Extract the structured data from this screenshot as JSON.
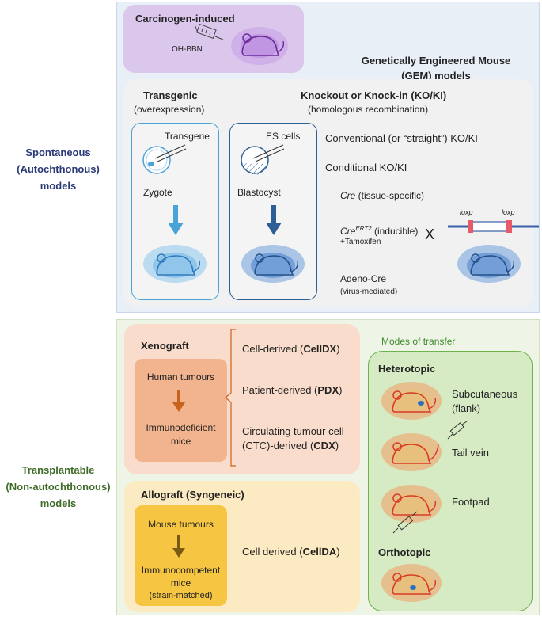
{
  "left_labels": {
    "spontaneous": [
      "Spontaneous",
      "(Autochthonous)",
      "models"
    ],
    "transplantable": [
      "Transplantable",
      "(Non-autochthonous)",
      "models"
    ]
  },
  "carcinogen": {
    "title": "Carcinogen-induced",
    "agent": "OH-BBN"
  },
  "gem": {
    "title": [
      "Genetically Engineered Mouse",
      "(GEM) models"
    ]
  },
  "transgenic": {
    "title": "Transgenic",
    "subtitle": "(overexpression)",
    "construct": "Transgene",
    "cell": "Zygote"
  },
  "kokl": {
    "title": "Knockout or Knock-in (KO/KI)",
    "subtitle": "(homologous recombination)",
    "construct": "ES cells",
    "cell": "Blastocyst"
  },
  "methods": {
    "conventional": "Conventional (or “straight”) KO/KI",
    "conditional": "Conditional KO/KI",
    "cre_italic": "Cre",
    "cre_rest": " (tissue-specific)",
    "creert_italic": "Cre",
    "creert_sup": "ERT2",
    "creert_rest": " (inducible)",
    "tamoxifen": "+Tamoxifen",
    "cross": "X",
    "loxp_left": "loxp",
    "loxp_right": "loxp",
    "adeno": "Adeno-Cre",
    "adeno_sub": "(virus-mediated)"
  },
  "xenograft": {
    "title": "Xenograft",
    "source": "Human tumours",
    "host": [
      "Immunodeficient",
      "mice"
    ],
    "types": {
      "celldx_pre": "Cell-derived (",
      "celldx_b": "CellDX",
      "celldx_post": ")",
      "pdx_pre": "Patient-derived (",
      "pdx_b": "PDX",
      "pdx_post": ")",
      "ctc_line1": "Circulating tumour cell",
      "ctc_pre": "(CTC)-derived (",
      "ctc_b": "CDX",
      "ctc_post": ")"
    }
  },
  "allograft": {
    "title": "Allograft (Syngeneic)",
    "source": "Mouse tumours",
    "host": [
      "Immunocompetent",
      "mice",
      "(strain-matched)"
    ],
    "type_pre": "Cell derived (",
    "type_b": "CellDA",
    "type_post": ")"
  },
  "transfer": {
    "heading": "Modes of transfer",
    "heterotopic": "Heterotopic",
    "subcutaneous": [
      "Subcutaneous",
      "(flank)"
    ],
    "tail_vein": "Tail vein",
    "footpad": "Footpad",
    "orthotopic": "Orthotopic"
  },
  "colors": {
    "spontaneous_label": "#2a3a78",
    "transplantable_label": "#3e6b28",
    "gem_bg": "#e8eff7",
    "carcinogen_bg": "#dcc7ec",
    "kokl_bg": "#f1f1f1",
    "transgenic_stroke": "#4aa3d6",
    "kokl_stroke": "#2d5f96",
    "transplant_bg": "#eef4e6",
    "xenograft_bg": "#f9dccb",
    "xenograft_inner": "#f2b48e",
    "allograft_bg": "#fcebc2",
    "allograft_inner": "#f6c642",
    "transfer_bg": "#d6eac4",
    "transfer_stroke": "#6db34a"
  }
}
